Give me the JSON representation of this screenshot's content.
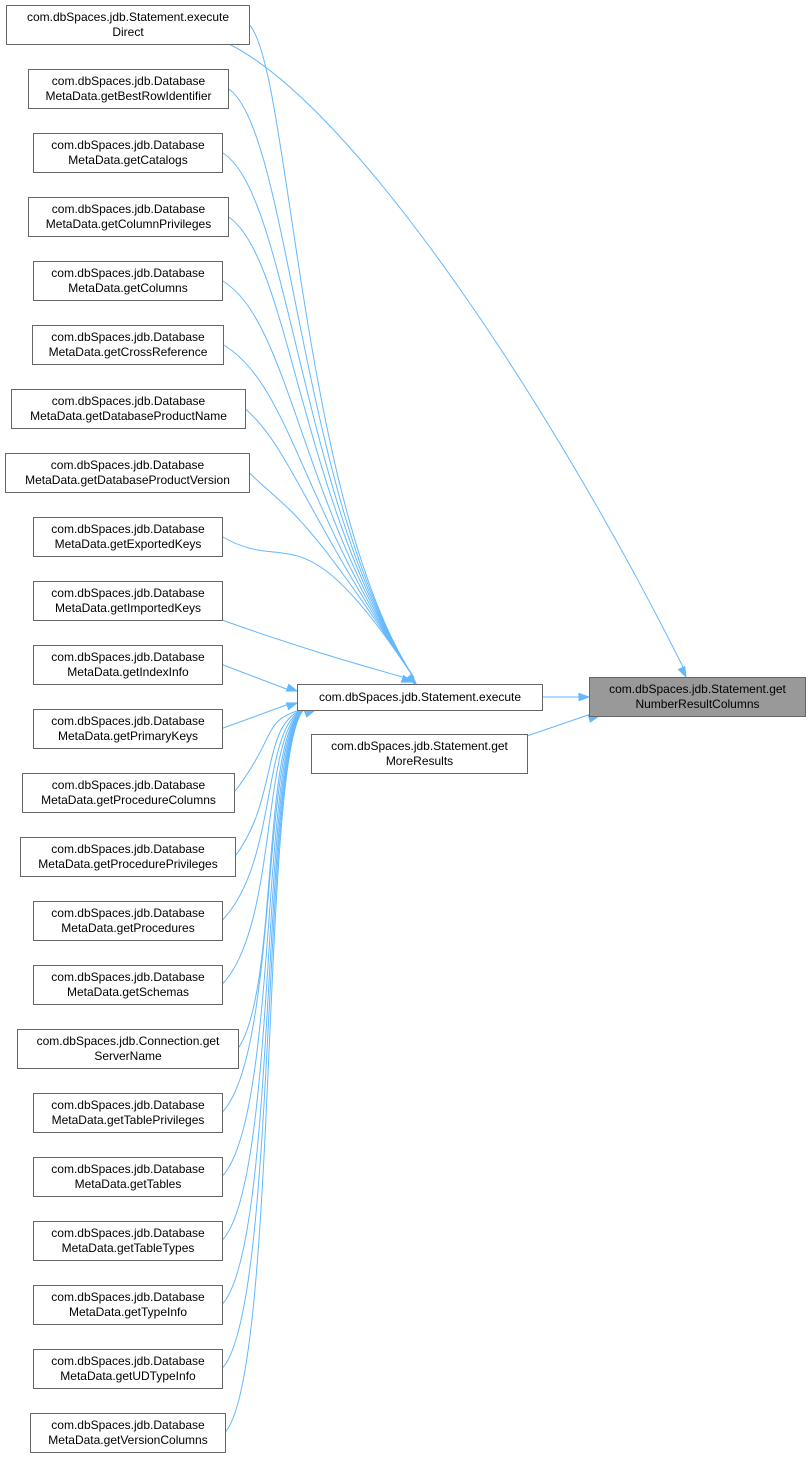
{
  "graph": {
    "target": {
      "id": "getNumberResultColumns",
      "lines": [
        "com.dbSpaces.jdb.Statement.get",
        "NumberResultColumns"
      ]
    },
    "middle": [
      {
        "id": "execute",
        "lines": [
          "com.dbSpaces.jdb.Statement.execute"
        ]
      },
      {
        "id": "getMoreResults",
        "lines": [
          "com.dbSpaces.jdb.Statement.get",
          "MoreResults"
        ]
      }
    ],
    "callers": [
      {
        "id": "executeDirect",
        "lines": [
          "com.dbSpaces.jdb.Statement.execute",
          "Direct"
        ]
      },
      {
        "id": "getBestRowIdentifier",
        "lines": [
          "com.dbSpaces.jdb.Database",
          "MetaData.getBestRowIdentifier"
        ]
      },
      {
        "id": "getCatalogs",
        "lines": [
          "com.dbSpaces.jdb.Database",
          "MetaData.getCatalogs"
        ]
      },
      {
        "id": "getColumnPrivileges",
        "lines": [
          "com.dbSpaces.jdb.Database",
          "MetaData.getColumnPrivileges"
        ]
      },
      {
        "id": "getColumns",
        "lines": [
          "com.dbSpaces.jdb.Database",
          "MetaData.getColumns"
        ]
      },
      {
        "id": "getCrossReference",
        "lines": [
          "com.dbSpaces.jdb.Database",
          "MetaData.getCrossReference"
        ]
      },
      {
        "id": "getDatabaseProductName",
        "lines": [
          "com.dbSpaces.jdb.Database",
          "MetaData.getDatabaseProductName"
        ]
      },
      {
        "id": "getDatabaseProductVersion",
        "lines": [
          "com.dbSpaces.jdb.Database",
          "MetaData.getDatabaseProductVersion"
        ]
      },
      {
        "id": "getExportedKeys",
        "lines": [
          "com.dbSpaces.jdb.Database",
          "MetaData.getExportedKeys"
        ]
      },
      {
        "id": "getImportedKeys",
        "lines": [
          "com.dbSpaces.jdb.Database",
          "MetaData.getImportedKeys"
        ]
      },
      {
        "id": "getIndexInfo",
        "lines": [
          "com.dbSpaces.jdb.Database",
          "MetaData.getIndexInfo"
        ]
      },
      {
        "id": "getPrimaryKeys",
        "lines": [
          "com.dbSpaces.jdb.Database",
          "MetaData.getPrimaryKeys"
        ]
      },
      {
        "id": "getProcedureColumns",
        "lines": [
          "com.dbSpaces.jdb.Database",
          "MetaData.getProcedureColumns"
        ]
      },
      {
        "id": "getProcedurePrivileges",
        "lines": [
          "com.dbSpaces.jdb.Database",
          "MetaData.getProcedurePrivileges"
        ]
      },
      {
        "id": "getProcedures",
        "lines": [
          "com.dbSpaces.jdb.Database",
          "MetaData.getProcedures"
        ]
      },
      {
        "id": "getSchemas",
        "lines": [
          "com.dbSpaces.jdb.Database",
          "MetaData.getSchemas"
        ]
      },
      {
        "id": "getServerName",
        "lines": [
          "com.dbSpaces.jdb.Connection.get",
          "ServerName"
        ]
      },
      {
        "id": "getTablePrivileges",
        "lines": [
          "com.dbSpaces.jdb.Database",
          "MetaData.getTablePrivileges"
        ]
      },
      {
        "id": "getTables",
        "lines": [
          "com.dbSpaces.jdb.Database",
          "MetaData.getTables"
        ]
      },
      {
        "id": "getTableTypes",
        "lines": [
          "com.dbSpaces.jdb.Database",
          "MetaData.getTableTypes"
        ]
      },
      {
        "id": "getTypeInfo",
        "lines": [
          "com.dbSpaces.jdb.Database",
          "MetaData.getTypeInfo"
        ]
      },
      {
        "id": "getUDTypeInfo",
        "lines": [
          "com.dbSpaces.jdb.Database",
          "MetaData.getUDTypeInfo"
        ]
      },
      {
        "id": "getVersionColumns",
        "lines": [
          "com.dbSpaces.jdb.Database",
          "MetaData.getVersionColumns"
        ]
      }
    ],
    "edges": [
      {
        "from": "execute",
        "to": "getNumberResultColumns"
      },
      {
        "from": "getMoreResults",
        "to": "getNumberResultColumns"
      },
      {
        "from": "executeDirect",
        "to": "getNumberResultColumns"
      },
      {
        "from": "executeDirect",
        "to": "execute"
      },
      {
        "from": "getBestRowIdentifier",
        "to": "execute"
      },
      {
        "from": "getCatalogs",
        "to": "execute"
      },
      {
        "from": "getColumnPrivileges",
        "to": "execute"
      },
      {
        "from": "getColumns",
        "to": "execute"
      },
      {
        "from": "getCrossReference",
        "to": "execute"
      },
      {
        "from": "getDatabaseProductName",
        "to": "execute"
      },
      {
        "from": "getDatabaseProductVersion",
        "to": "execute"
      },
      {
        "from": "getExportedKeys",
        "to": "execute"
      },
      {
        "from": "getImportedKeys",
        "to": "execute"
      },
      {
        "from": "getIndexInfo",
        "to": "execute"
      },
      {
        "from": "getPrimaryKeys",
        "to": "execute"
      },
      {
        "from": "getProcedureColumns",
        "to": "execute"
      },
      {
        "from": "getProcedurePrivileges",
        "to": "execute"
      },
      {
        "from": "getProcedures",
        "to": "execute"
      },
      {
        "from": "getSchemas",
        "to": "execute"
      },
      {
        "from": "getServerName",
        "to": "execute"
      },
      {
        "from": "getTablePrivileges",
        "to": "execute"
      },
      {
        "from": "getTables",
        "to": "execute"
      },
      {
        "from": "getTableTypes",
        "to": "execute"
      },
      {
        "from": "getTypeInfo",
        "to": "execute"
      },
      {
        "from": "getUDTypeInfo",
        "to": "execute"
      },
      {
        "from": "getVersionColumns",
        "to": "execute"
      }
    ],
    "colors": {
      "edge": "#63b8ff",
      "node_border": "#666666",
      "target_fill": "#999999",
      "node_fill": "#ffffff"
    }
  }
}
